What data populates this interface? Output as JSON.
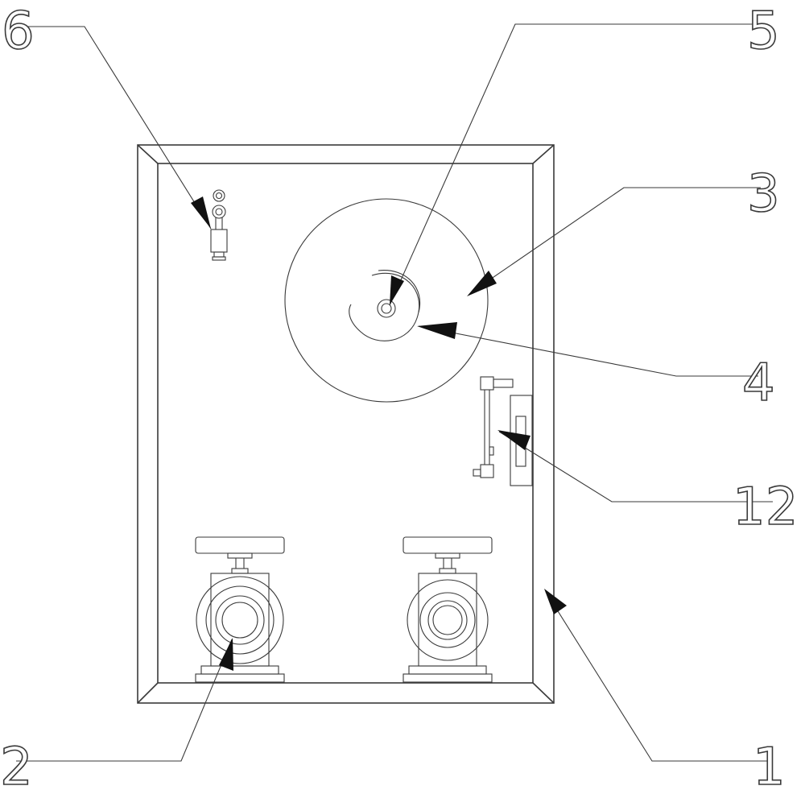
{
  "callouts": {
    "cabinet": "1",
    "hydrant": "2",
    "hose_reel": "3",
    "hose": "4",
    "reel_hub": "5",
    "top_valve": "6",
    "side_bracket": "12"
  }
}
